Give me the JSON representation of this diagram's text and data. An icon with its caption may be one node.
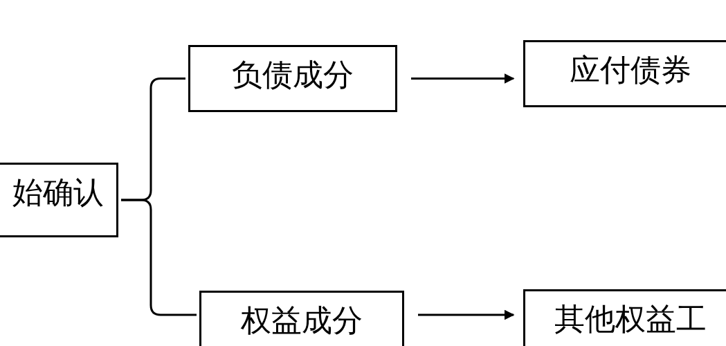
{
  "diagram": {
    "nodes": [
      {
        "text": [
          "始确认"
        ]
      },
      {
        "text": [
          "负债成分"
        ]
      },
      {
        "text": [
          "权益成分"
        ]
      },
      {
        "text": [
          "应付债券"
        ]
      },
      {
        "text": [
          "其他权益工"
        ]
      }
    ],
    "edges": [
      {
        "from": 0,
        "to": 1,
        "arrow": "none"
      },
      {
        "from": 0,
        "to": 2,
        "arrow": "none"
      },
      {
        "from": 1,
        "to": 3,
        "arrow": "to"
      },
      {
        "from": 2,
        "to": 4,
        "arrow": "to"
      }
    ]
  }
}
